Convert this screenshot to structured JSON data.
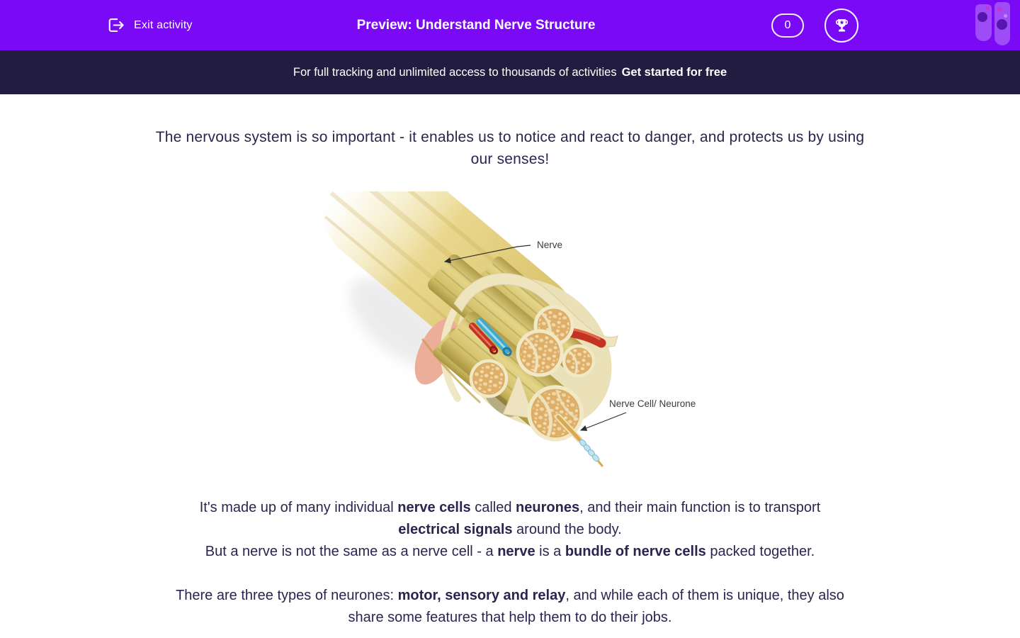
{
  "header": {
    "bg": "#7A0AF6",
    "exit_label": "Exit activity",
    "title": "Preview: Understand Nerve Structure",
    "score": "0"
  },
  "banner": {
    "bg": "#231C41",
    "text": "For full tracking and unlimited access to thousands of activities",
    "cta": "Get started for free"
  },
  "content": {
    "intro_line1": "The nervous system is so important - it enables us to notice and react to danger, and protects us by using",
    "intro_line2": "our senses!",
    "figure": {
      "label_nerve": "Nerve",
      "label_neurone": "Nerve Cell/ Neurone"
    },
    "para1": {
      "l1s1": "It's made up of many individual ",
      "l1s2": "nerve cells",
      "l1s3": " called ",
      "l1s4": "neurones",
      "l1s5": ", and their main function is to transport",
      "l2s1": "electrical signals",
      "l2s2": " around the body.",
      "l3s1": "But a nerve is not the same as a nerve cell - a ",
      "l3s2": "nerve",
      "l3s3": " is a ",
      "l3s4": "bundle of nerve cells",
      "l3s5": " packed together."
    },
    "para2": {
      "l1s1": "There are three types of neurones: ",
      "l1s2": "motor, sensory and relay",
      "l1s3": ", and while each of them is unique, they also",
      "l2s1": "share some features that help them to do their jobs."
    }
  },
  "colors": {
    "header_purple": "#7A0AF6",
    "banner_navy": "#231C41",
    "body_text": "#2A2550",
    "nerve_yellow": "#E7D488",
    "vessel_red": "#C33322",
    "vessel_blue": "#3FA9CF"
  }
}
